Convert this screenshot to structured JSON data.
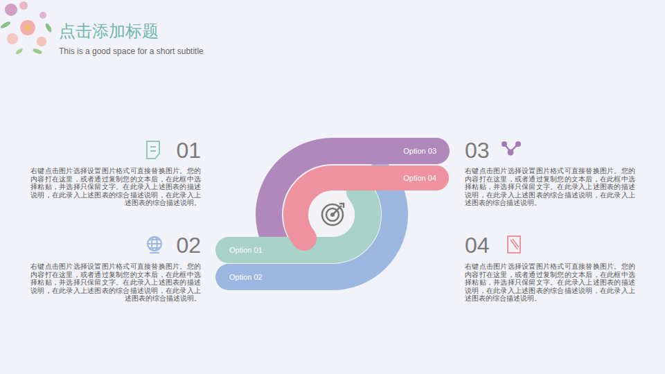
{
  "diagram": {
    "title": "点击添加标题",
    "nodes": [
      {
        "text": [
          "Option 03"
        ]
      },
      {
        "text": [
          "Option 04"
        ]
      },
      {
        "text": [
          "Option 01"
        ]
      },
      {
        "text": [
          "Option 02"
        ]
      }
    ],
    "labels": [
      "This is a good space for a short subtitle",
      "01",
      "右键点击图片选择设置图片格式可直接替换图片。您的内容打在这里，或者通过复制您的文本后，在此框中选择粘贴，并选择只保留文字。在此录入上述图表的描述说明，在此录入上述图表的综合描述说明，在此录入上述图表的综合描述说明。",
      "02",
      "右键点击图片选择设置图片格式可直接替换图片。您的内容打在这里，或者通过复制您的文本后，在此框中选择粘贴，并选择只保留文字。在此录入上述图表的描述说明，在此录入上述图表的综合描述说明，在此录入上述图表的综合描述说明。",
      "03",
      "右键点击图片选择设置图片格式可直接替换图片。您的内容打在这里，或者通过复制您的文本后，在此框中选择粘贴，并选择只保留文字。在此录入上述图表的描述说明，在此录入上述图表的综合描述说明，在此录入上述图表的综合描述说明。",
      "04",
      "右键点击图片选择设置图片格式可直接替换图片。您的内容打在这里，或者通过复制您的文本后，在此框中选择粘贴，并选择只保留文字。在此录入上述图表的描述说明，在此录入上述图表的综合描述说明，在此录入上述图表的综合描述说明。"
    ]
  }
}
